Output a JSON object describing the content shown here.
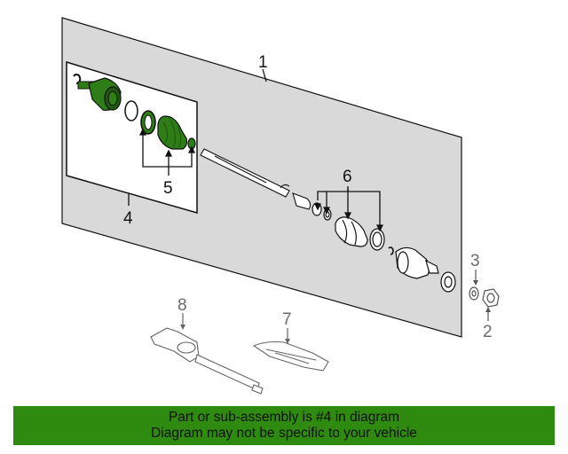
{
  "callouts": {
    "c1": "1",
    "c2": "2",
    "c3": "3",
    "c4": "4",
    "c5": "5",
    "c6": "6",
    "c7": "7",
    "c8": "8"
  },
  "banner": {
    "line1": "Part or sub-assembly is #4 in diagram",
    "line2": "Diagram may not be specific to your vehicle"
  },
  "colors": {
    "highlight_green": "#2e7d16",
    "highlight_green_dark": "#1f5a0f",
    "banner_bg": "#2f8a10",
    "panel_fill": "#d9d9d9",
    "line": "#111111",
    "grey_part": "#6a6a6a"
  }
}
